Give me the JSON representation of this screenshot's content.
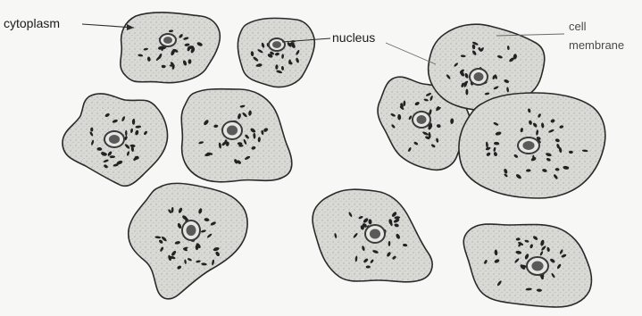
{
  "labels": {
    "cytoplasm": "cytoplasm",
    "nucleus": "nucleus",
    "cell": "cell",
    "membrane": "membrane"
  },
  "colors": {
    "cell_fill": "#d7d7d4",
    "outline": "#2a2a2a",
    "granule": "#222222",
    "nucleus_ring": "#3a3a3a",
    "nucleolus": "#5a5a5a",
    "background": "#f7f7f5"
  }
}
